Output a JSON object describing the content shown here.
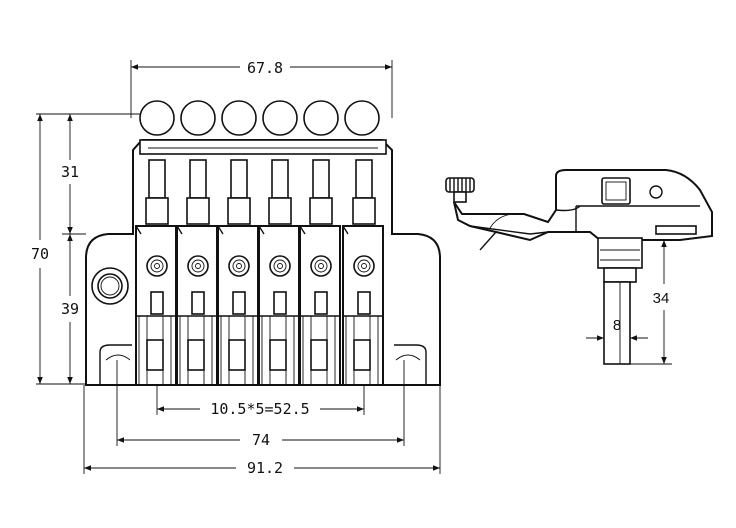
{
  "dimensions": {
    "top_width": "67.8",
    "left_height_top": "31",
    "left_height_total": "70",
    "left_height_bottom": "39",
    "string_spacing": "10.5*5=52.5",
    "mid_width": "74",
    "total_width": "91.2",
    "post_height": "34",
    "post_diameter": "8"
  },
  "colors": {
    "line": "#111111",
    "background": "#ffffff"
  }
}
